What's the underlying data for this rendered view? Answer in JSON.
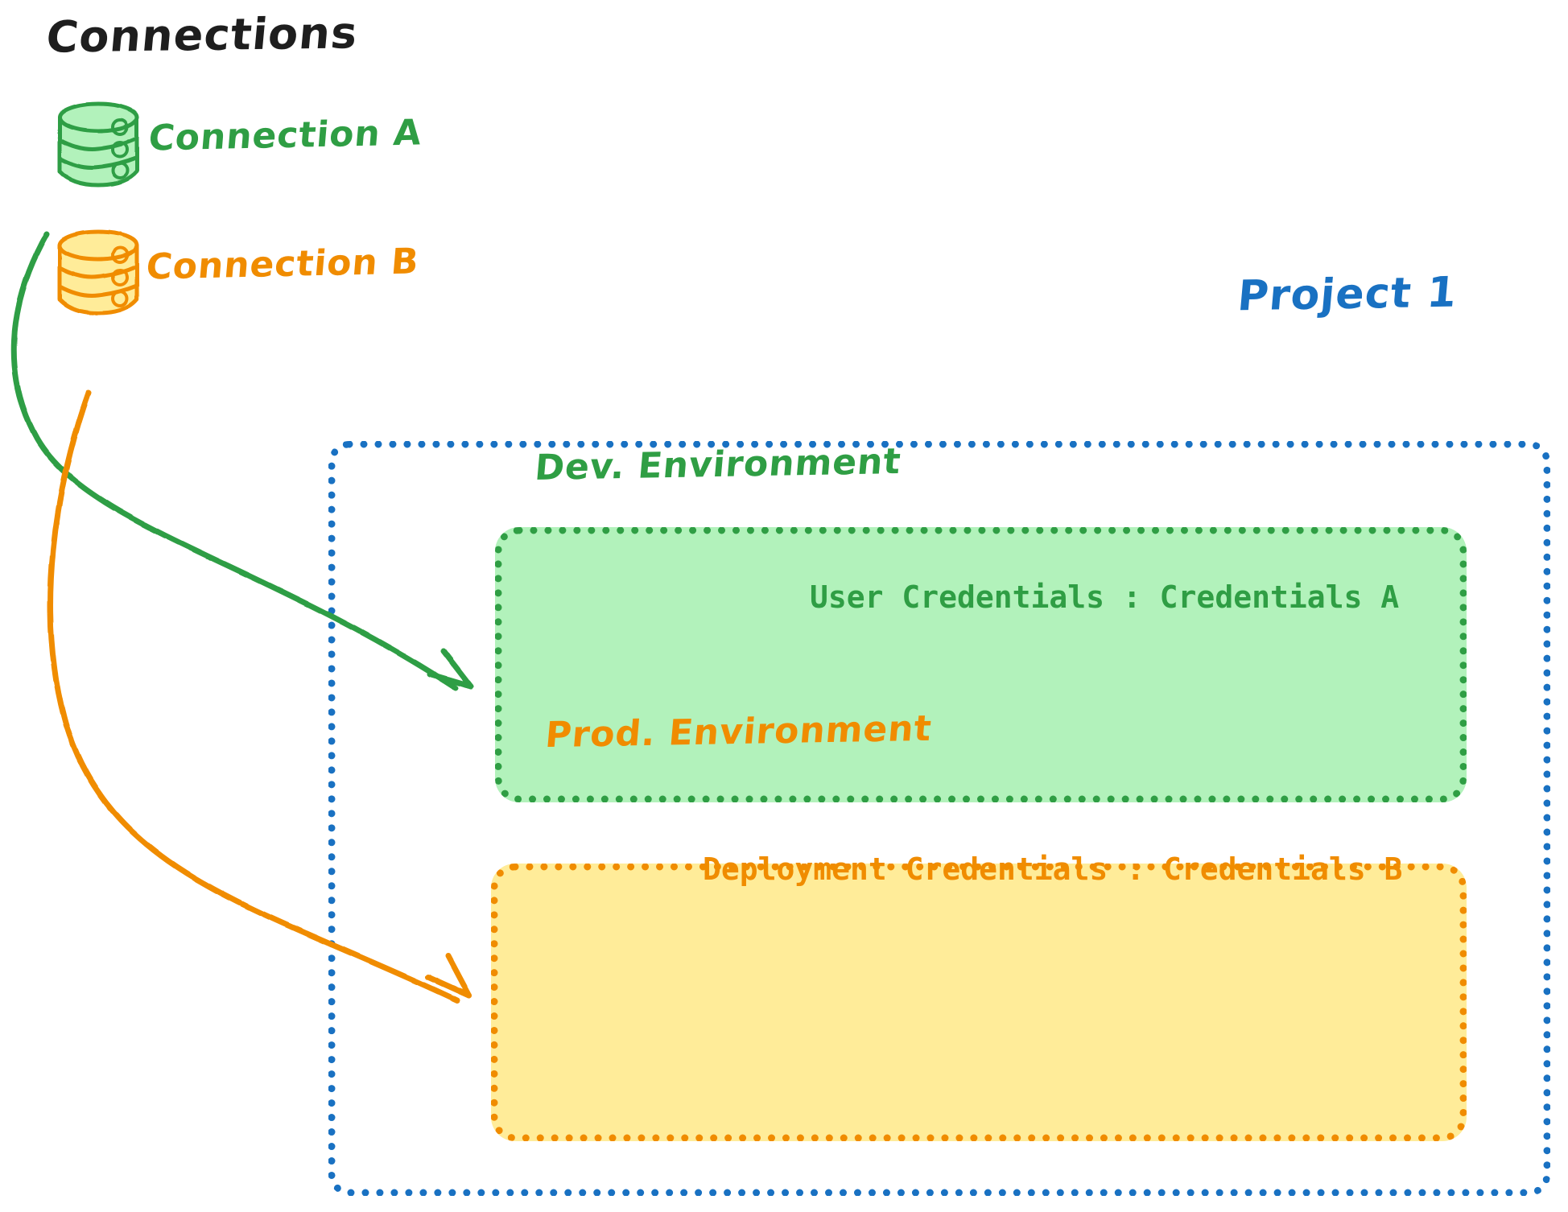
{
  "diagram": {
    "title": "Connections",
    "background": "#ffffff"
  },
  "connections_panel": {
    "heading": "Connections",
    "items": [
      {
        "id": "connection-a",
        "label": "Connection A",
        "icon": "database-cylinder-icon",
        "color": "#2f9e44",
        "fill": "#b2f2bb"
      },
      {
        "id": "connection-b",
        "label": "Connection B",
        "icon": "database-cylinder-icon",
        "color": "#f08c00",
        "fill": "#ffec99"
      }
    ]
  },
  "project": {
    "label": "Project 1",
    "color": "#1971c2",
    "border_style": "dotted",
    "environments": [
      {
        "id": "dev-environment",
        "title": "Dev. Environment",
        "credential_label": "User Credentials",
        "credential_separator": ":",
        "credential_value": "Credentials A",
        "credential_line": "User Credentials : Credentials A",
        "color": "#2f9e44",
        "fill": "#b2f2bb"
      },
      {
        "id": "prod-environment",
        "title": "Prod. Environment",
        "credential_label": "Deployment Credentials",
        "credential_separator": ":",
        "credential_value": "Credentials B",
        "credential_line": "Deployment Credentials : Credentials B",
        "color": "#f08c00",
        "fill": "#ffec99"
      }
    ]
  },
  "arrows": [
    {
      "id": "arrow-connection-a-to-dev",
      "from": "connection-a",
      "to": "dev-environment",
      "color": "#2f9e44"
    },
    {
      "id": "arrow-connection-b-to-prod",
      "from": "connection-b",
      "to": "prod-environment",
      "color": "#f08c00"
    }
  ],
  "colors": {
    "green_stroke": "#2f9e44",
    "green_fill": "#b2f2bb",
    "orange_stroke": "#f08c00",
    "orange_fill": "#ffec99",
    "blue_stroke": "#1971c2",
    "text_dark": "#1e1e1e"
  }
}
